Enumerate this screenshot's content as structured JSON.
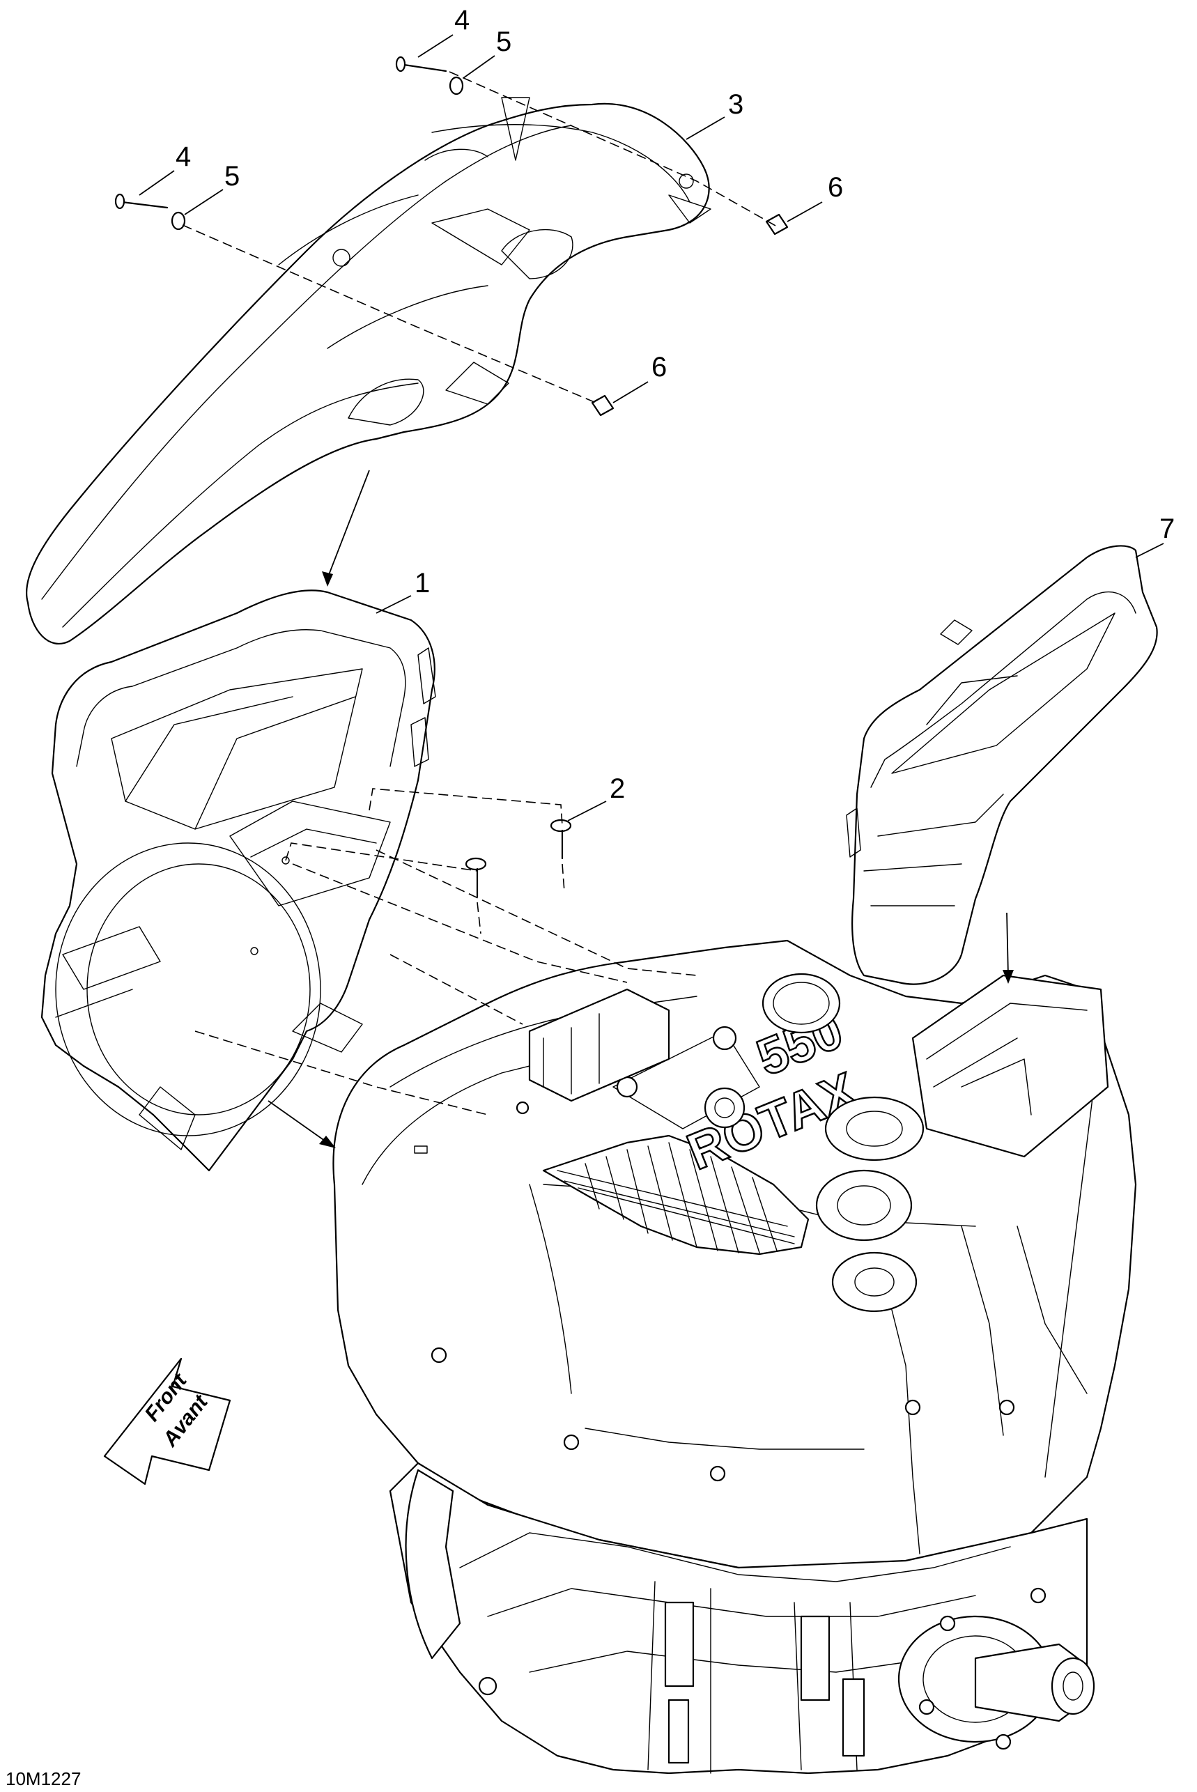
{
  "callouts": [
    {
      "label": "4"
    },
    {
      "label": "5"
    },
    {
      "label": "3"
    },
    {
      "label": "4"
    },
    {
      "label": "5"
    },
    {
      "label": "6"
    },
    {
      "label": "6"
    },
    {
      "label": "7"
    },
    {
      "label": "1"
    },
    {
      "label": "2"
    }
  ],
  "engine": {
    "model_number": "550",
    "brand": "ROTAX"
  },
  "direction_arrow": {
    "line1": "Front",
    "line2": "Avant"
  },
  "reference_code": "10M1227"
}
